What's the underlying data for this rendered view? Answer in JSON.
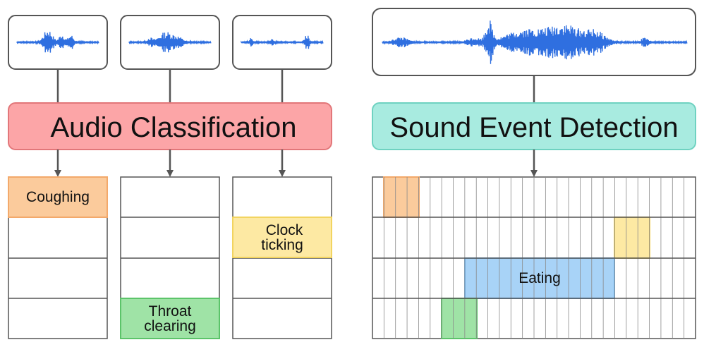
{
  "audio_classification": {
    "title": "Audio Classification",
    "labels": {
      "coughing": "Coughing",
      "throat_clearing_line1": "Throat",
      "throat_clearing_line2": "clearing",
      "clock_ticking_line1": "Clock",
      "clock_ticking_line2": "ticking"
    }
  },
  "sound_event_detection": {
    "title": "Sound Event Detection",
    "labels": {
      "eating": "Eating"
    }
  },
  "colors": {
    "ac_banner_fill": "#fca5a7",
    "ac_banner_stroke": "#e2777a",
    "sed_banner_fill": "#a8ebe0",
    "sed_banner_stroke": "#6fd2c1",
    "waveform": "#2f6fe0",
    "coughing": "#fbcb9c",
    "throat_clearing": "#9fe3a6",
    "clock_ticking": "#fde9a3",
    "eating": "#a8d3f7"
  }
}
